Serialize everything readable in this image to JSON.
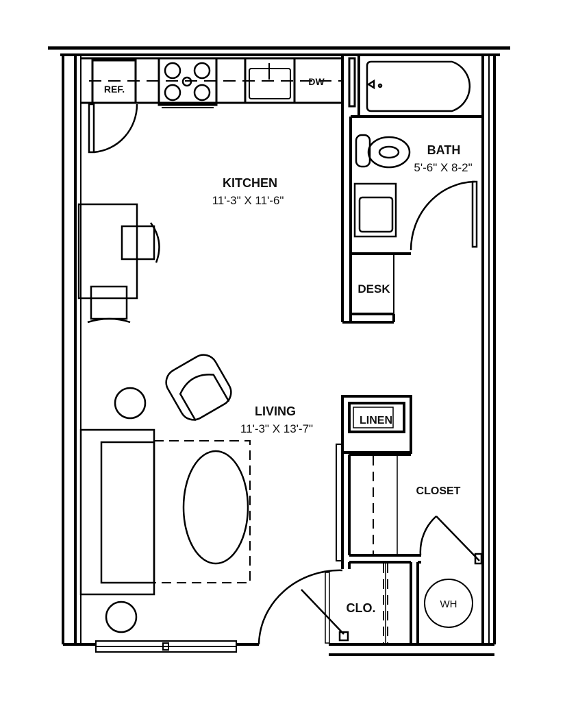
{
  "rooms": {
    "kitchen": {
      "name": "KITCHEN",
      "size": "11'-3\" X 11'-6\""
    },
    "bath": {
      "name": "BATH",
      "size": "5'-6\" X 8-2\""
    },
    "living": {
      "name": "LIVING",
      "size": "11'-3\" X 13'-7\""
    },
    "desk": {
      "name": "DESK"
    },
    "linen": {
      "name": "LINEN"
    },
    "closet": {
      "name": "CLOSET"
    },
    "clo": {
      "name": "CLO."
    }
  },
  "fixtures": {
    "refrigerator": "REF.",
    "dishwasher": "DW",
    "water_heater": "WH"
  }
}
